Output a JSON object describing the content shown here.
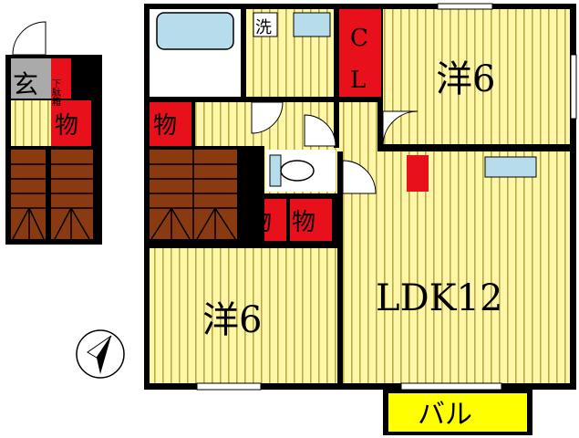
{
  "floorplan": {
    "rooms": {
      "western_top": "洋6",
      "western_bottom": "洋6",
      "ldk": "LDK12",
      "balcony": "バル"
    },
    "closet": {
      "c": "C",
      "l": "L"
    },
    "storage_label": "物",
    "washer_label": "洗",
    "entrance_label": "玄",
    "shoe_storage_label": "下駄箱",
    "colors": {
      "floor_yellow": "#FFF7A8",
      "floor_stripe": "#B8A94A",
      "storage_red": "#E8101A",
      "entrance_gray": "#AAAAAA",
      "stair_brown": "#8A3A10",
      "fixture_blue": "#B7DDED",
      "balcony_yellow": "#FFFF00",
      "wall": "#000000"
    },
    "icons": [
      "north-arrow-icon",
      "bathtub-icon",
      "toilet-icon",
      "kitchen-sink-icon"
    ]
  }
}
